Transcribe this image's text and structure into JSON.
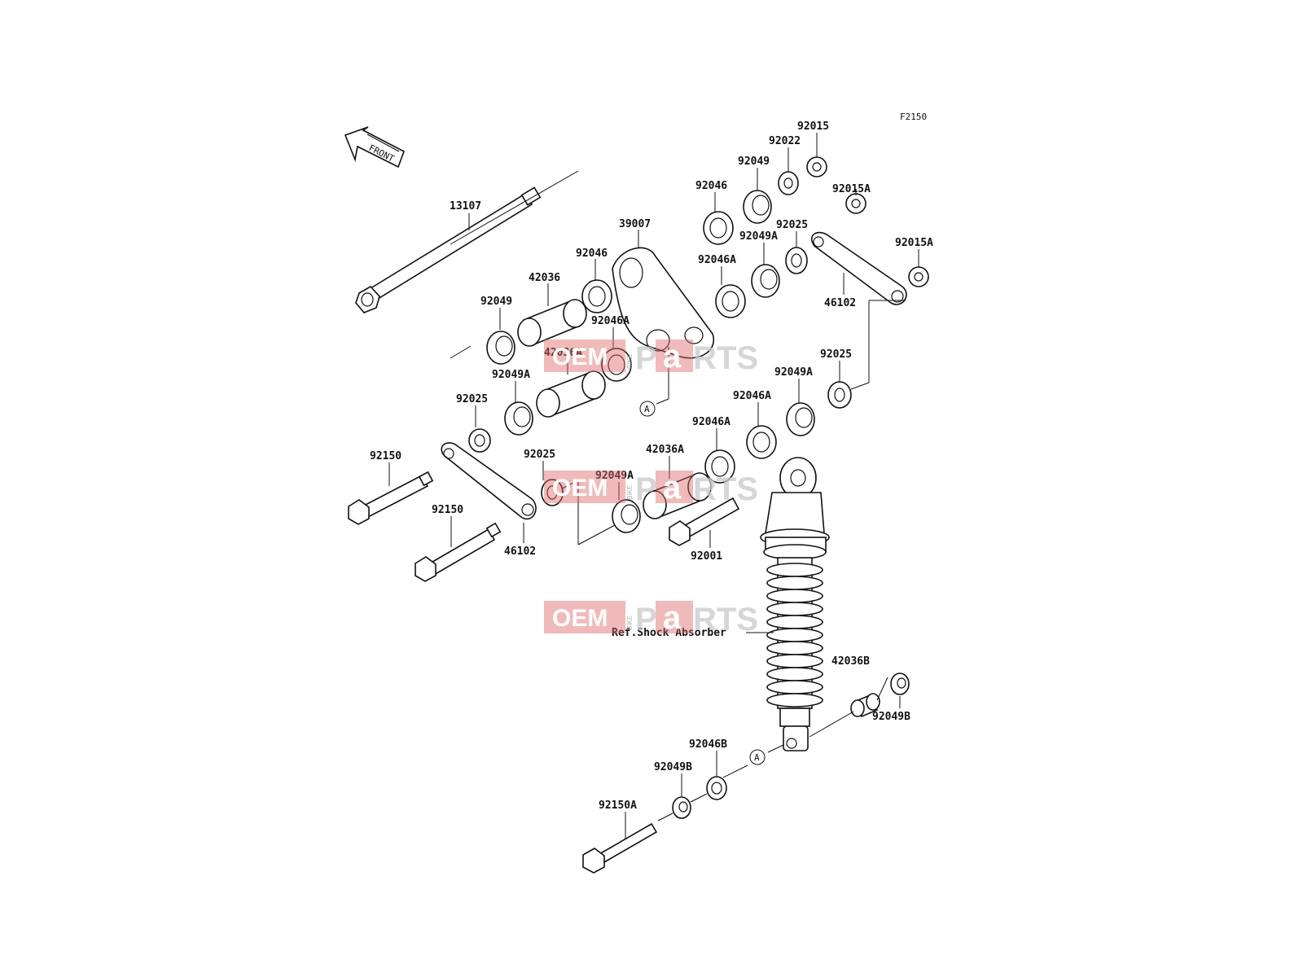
{
  "diagram": {
    "code": "F2150",
    "front_label": "FRONT",
    "ref_label": "Ref.Shock Absorber",
    "callout_marker": "A",
    "labels": {
      "l13107": "13107",
      "l39007": "39007",
      "l42036": "42036",
      "l92046_a": "92046",
      "l92049_a": "92049",
      "l92046A_a": "92046A",
      "l42036A_a": "42036A",
      "l92049A_a": "92049A",
      "l92025_a": "92025",
      "l92150_a": "92150",
      "l92150_b": "92150",
      "l92025_b": "92025",
      "l92049A_b": "92049A",
      "l46102_a": "46102",
      "l42036A_b": "42036A",
      "l92046A_b": "92046A",
      "l92001": "92001",
      "l92046A_c": "92046A",
      "l92049A_c": "92049A",
      "l92025_c": "92025",
      "l46102_b": "46102",
      "l92015A_a": "92015A",
      "l92015A_b": "92015A",
      "l92025_d": "92025",
      "l92049A_d": "92049A",
      "l92046A_d": "92046A",
      "l92046_b": "92046",
      "l92049_b": "92049",
      "l92022": "92022",
      "l92015": "92015",
      "l42036B": "42036B",
      "l92049B_a": "92049B",
      "l92046B": "92046B",
      "l92049B_b": "92049B",
      "l92150A": "92150A"
    }
  },
  "watermark": {
    "part1": "OEM",
    "part2": "BIKE",
    "part3": "P",
    "part4": "a",
    "part5": "RTS"
  }
}
